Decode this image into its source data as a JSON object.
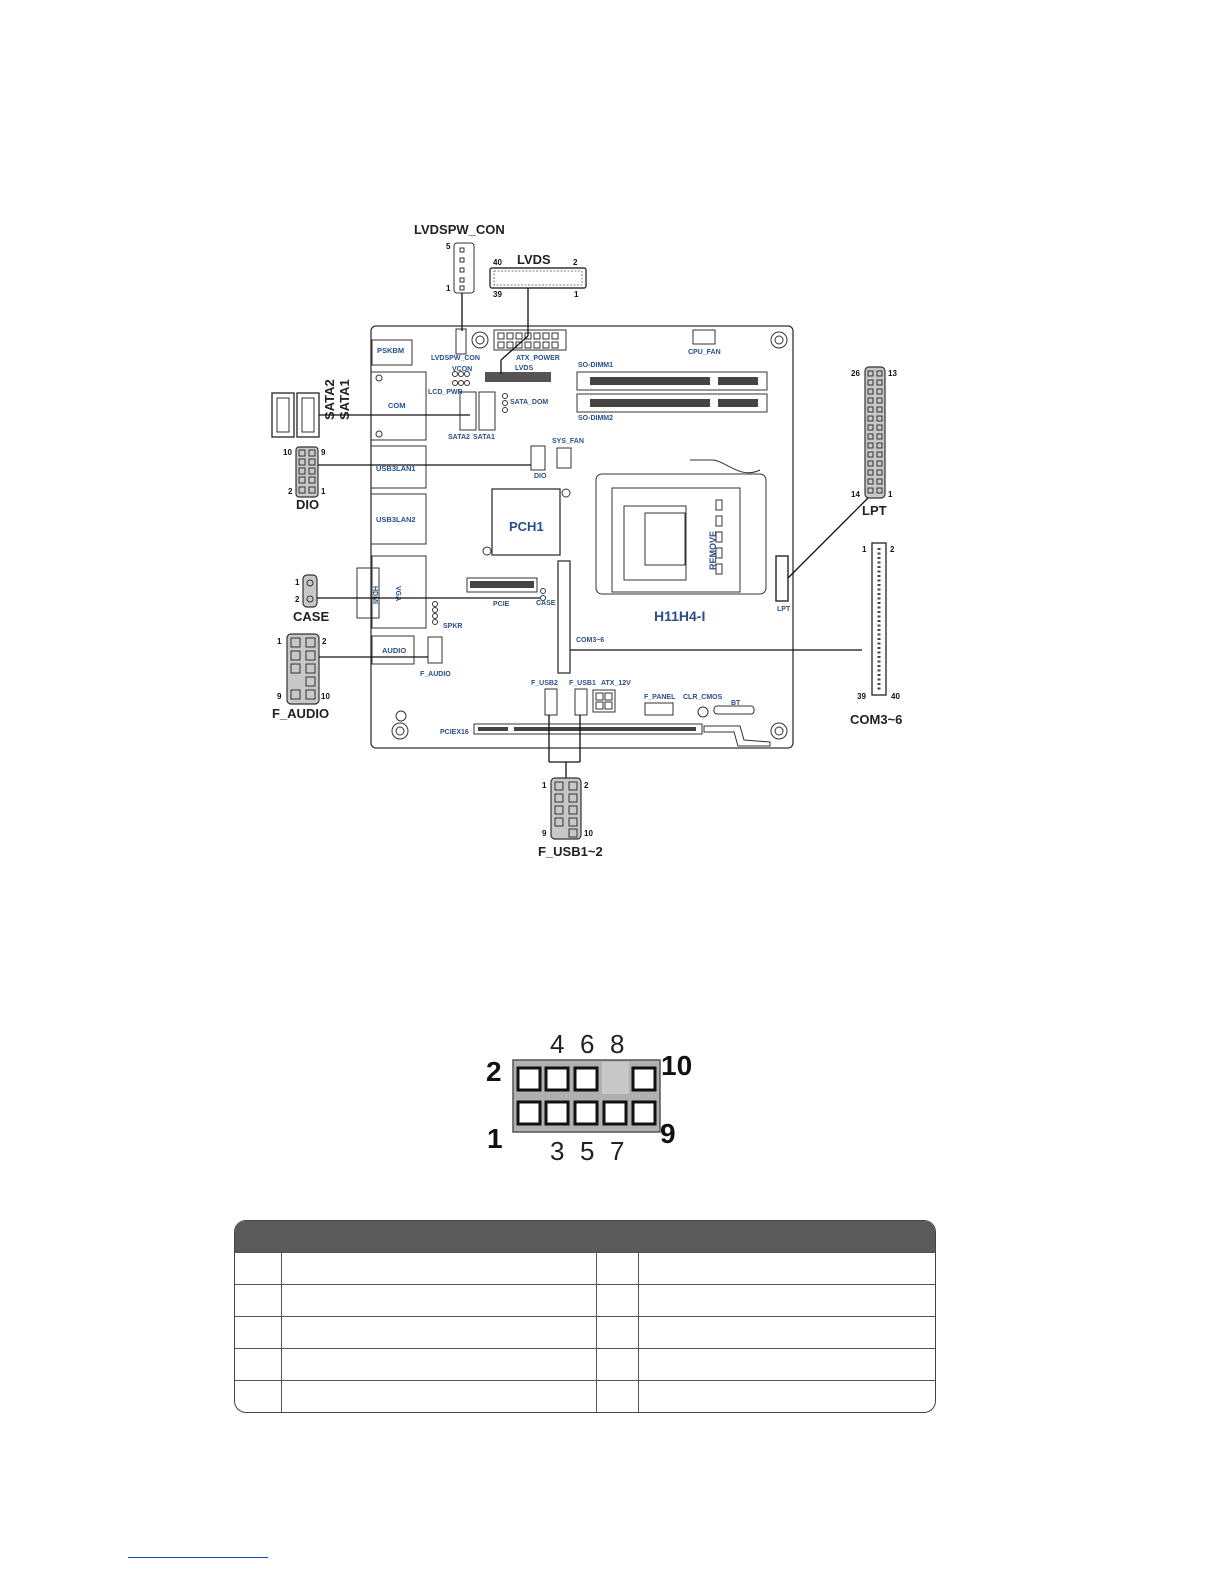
{
  "board": {
    "model": "H11H4-I",
    "chip": "PCH1",
    "remove": "REMOVE",
    "onboard_labels": [
      "PSKBM",
      "LVDSPW_CON",
      "ATX_POWER",
      "CPU_FAN",
      "VCON",
      "LVDS",
      "SO-DIMM1",
      "SO-DIMM2",
      "LCD_PWR",
      "SATA_DOM",
      "COM",
      "SATA2",
      "SATA1",
      "SYS_FAN",
      "USB3LAN1",
      "DIO",
      "USB3LAN2",
      "HDMI",
      "VGA",
      "PCIE",
      "CASE",
      "SPKR",
      "COM3~6",
      "AUDIO",
      "F_AUDIO",
      "LPT",
      "F_USB2",
      "F_USB1",
      "ATX_12V",
      "F_PANEL",
      "CLR_CMOS",
      "BT",
      "PCIEX16"
    ]
  },
  "callouts": {
    "lvdspw_con": {
      "name": "LVDSPW_CON",
      "pin_top": "5",
      "pin_bottom": "1"
    },
    "lvds": {
      "name": "LVDS",
      "p40": "40",
      "p2": "2",
      "p39": "39",
      "p1": "1"
    },
    "sata": {
      "sata2": "SATA2",
      "sata1": "SATA1"
    },
    "dio": {
      "name": "DIO",
      "p10": "10",
      "p9": "9",
      "p2": "2",
      "p1": "1"
    },
    "case": {
      "name": "CASE",
      "p1": "1",
      "p2": "2"
    },
    "f_audio": {
      "name": "F_AUDIO",
      "p1": "1",
      "p2": "2",
      "p9": "9",
      "p10": "10"
    },
    "lpt": {
      "name": "LPT",
      "p26": "26",
      "p13": "13",
      "p14": "14",
      "p1": "1"
    },
    "com36": {
      "name": "COM3~6",
      "p1": "1",
      "p2": "2",
      "p39": "39",
      "p40": "40"
    },
    "f_usb": {
      "name": "F_USB1~2",
      "p1": "1",
      "p2": "2",
      "p9": "9",
      "p10": "10"
    }
  },
  "pin_header": {
    "top_numbers": [
      "4",
      "6",
      "8"
    ],
    "bottom_numbers": [
      "3",
      "5",
      "7"
    ],
    "p2": "2",
    "p10": "10",
    "p1": "1",
    "p9": "9"
  },
  "colors": {
    "board_label": "#2a4f8a",
    "table_header": "#5a5a5a",
    "footer_rule": "#1a3fbf"
  }
}
